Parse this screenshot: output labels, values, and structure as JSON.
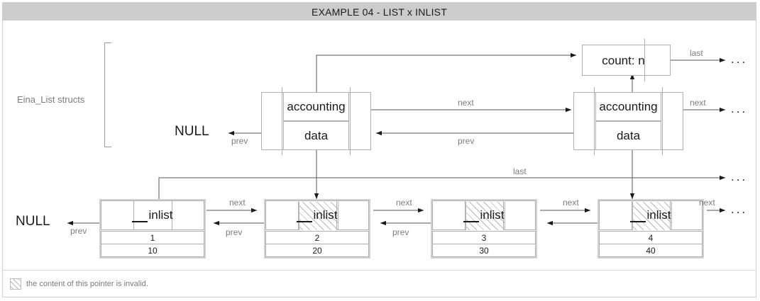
{
  "title": "EXAMPLE 04 - LIST x INLIST",
  "colors": {
    "title_bar_bg": "#cccccc",
    "frame_border": "#cfcfcf",
    "box_border": "#b0b0b0",
    "inlist_outer_border": "#d2d2d2",
    "label_gray": "#7d7d7d",
    "hatch_gray": "#b9b9b9",
    "text": "#1a1a1a"
  },
  "group_label": "Eina_List structs",
  "null_left_top": "NULL",
  "null_left_bottom": "NULL",
  "count_box": {
    "label": "count: n",
    "out_label": "last",
    "out_dots": "..."
  },
  "list_structs": [
    {
      "top_cell": "accounting",
      "bottom_cell": "data",
      "next_label": "next",
      "prev_label": "prev"
    },
    {
      "top_cell": "accounting",
      "bottom_cell": "data",
      "next_label": "next",
      "prev_label": "prev",
      "next_dots": "..."
    }
  ],
  "last_pointer": {
    "label": "last",
    "dots": "..."
  },
  "inlist_nodes": [
    {
      "name": "inlist",
      "value1": "1",
      "value2": "10",
      "hatched": false,
      "next_label": "next",
      "prev_label": "prev"
    },
    {
      "name": "inlist",
      "value1": "2",
      "value2": "20",
      "hatched": true,
      "next_label": "next",
      "prev_label": "prev"
    },
    {
      "name": "inlist",
      "value1": "3",
      "value2": "30",
      "hatched": true,
      "next_label": "next",
      "prev_label": "prev"
    },
    {
      "name": "inlist",
      "value1": "4",
      "value2": "40",
      "hatched": true,
      "next_label": "next",
      "prev_label": "",
      "next_dots": "..."
    }
  ],
  "legend": {
    "text": "the content of this pointer is invalid.",
    "swatch": "hatched-square"
  }
}
